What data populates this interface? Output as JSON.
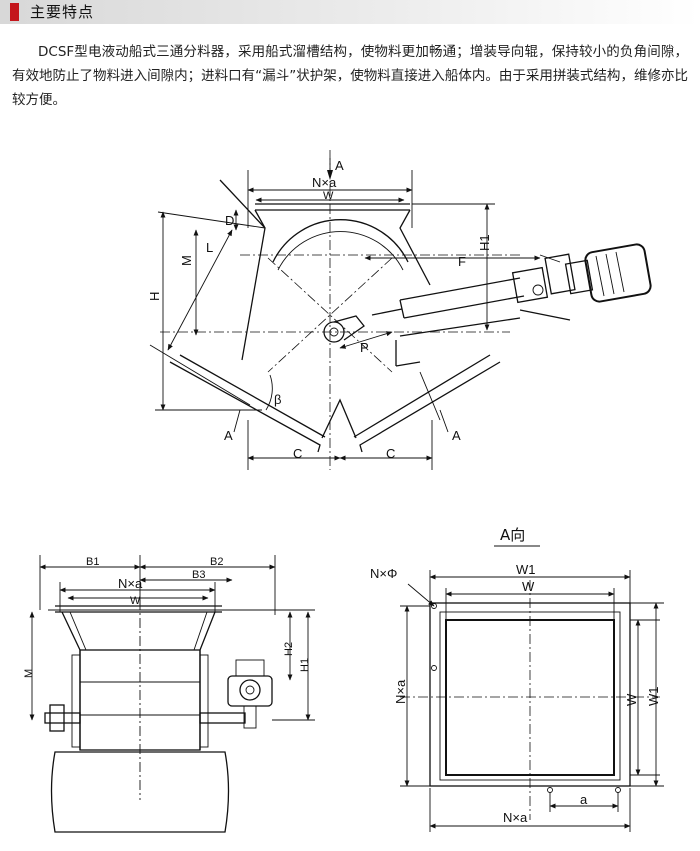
{
  "section": {
    "title": "主要特点",
    "marker_color": "#c4161c"
  },
  "intro": {
    "text": "DCSF型电液动船式三通分料器，采用船式溜槽结构，使物料更加畅通；增装导向辊，保持较小的负角间隙，有效地防止了物料进入间隙内；进料口有“漏斗”状护架，使物料直接进入船体内。由于采用拼装式结构，维修亦比较方便。"
  },
  "main_drawing": {
    "labels": {
      "a_top": "A",
      "nxa": "N×a",
      "w": "W",
      "d": "D",
      "h1": "H1",
      "f": "F",
      "m": "M",
      "l": "L",
      "h": "H",
      "p": "P",
      "beta": "β",
      "a_left": "A",
      "a_right": "A",
      "c_left": "C",
      "c_right": "C"
    }
  },
  "side_view": {
    "labels": {
      "b1": "B1",
      "b2": "B2",
      "nxa": "N×a",
      "b3": "B3",
      "w": "W",
      "m": "M",
      "h2": "H2",
      "h1": "H1"
    }
  },
  "a_view": {
    "title": "A向",
    "labels": {
      "n_phi": "N×Φ",
      "w1_top": "W1",
      "w_top": "W",
      "nxa_left": "N×a",
      "w_right": "W",
      "w1_right": "W1",
      "a_bottom": "a",
      "nxa_bottom": "N×a"
    }
  }
}
